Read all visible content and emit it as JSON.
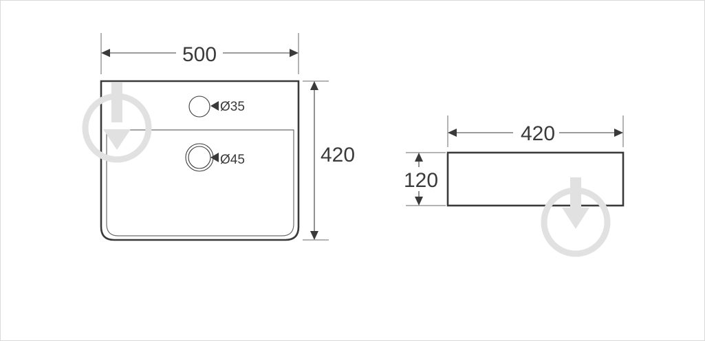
{
  "front_view": {
    "width_label": "500",
    "height_label": "420",
    "tap_hole_label": "Ø35",
    "drain_hole_label": "Ø45"
  },
  "side_view": {
    "depth_label": "420",
    "height_label": "120"
  },
  "colors": {
    "line": "#3a3a3a",
    "watermark": "#e1e1e1",
    "border": "#d9d9d9"
  },
  "icons": {
    "watermark": "drop-arrow-icon"
  }
}
